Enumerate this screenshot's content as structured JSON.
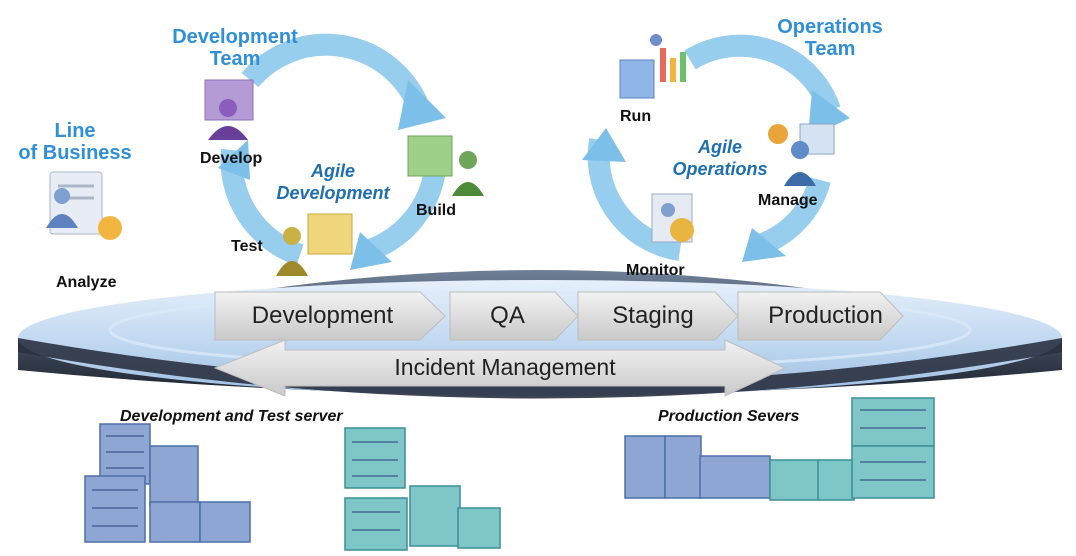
{
  "teams": {
    "development": "Development\nTeam",
    "operations": "Operations\nTeam",
    "line_of_business": "Line\nof Business"
  },
  "roles": {
    "develop": "Develop",
    "build": "Build",
    "test": "Test",
    "analyze": "Analyze",
    "run": "Run",
    "manage": "Manage",
    "monitor": "Monitor"
  },
  "cycles": {
    "agile_development": "Agile\nDevelopment",
    "agile_operations": "Agile\nOperations"
  },
  "pipeline": {
    "stages": [
      "Development",
      "QA",
      "Staging",
      "Production"
    ],
    "incident": "Incident Management"
  },
  "servers": {
    "dev_test_label": "Development and Test  server",
    "production_label": "Production Severs"
  },
  "colors": {
    "team_blue": "#2f8fd8",
    "agile_blue": "#1f6fb0",
    "cycle_arrow": "#8cc8ec",
    "platform": "#b7d2ee",
    "stage_arrow": "#dcdcdc",
    "server_blue": "#8ea6d4",
    "server_teal": "#7fc6c9"
  }
}
